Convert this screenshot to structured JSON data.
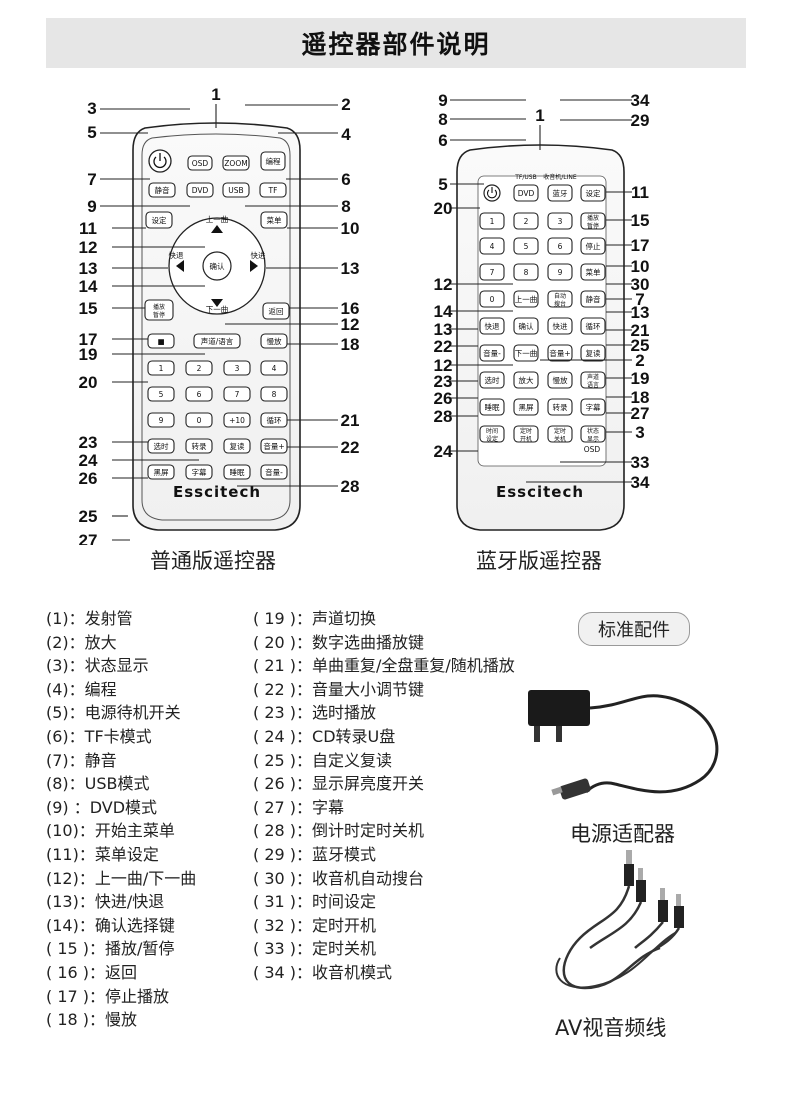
{
  "title": "遥控器部件说明",
  "remotes": {
    "standard": {
      "caption": "普通版遥控器",
      "brand": "Esscitech",
      "buttons": {
        "osd": "OSD",
        "zoom": "ZOOM",
        "program": "编程",
        "mute": "静音",
        "dvd": "DVD",
        "usb": "USB",
        "tf": "TF",
        "setup": "设定",
        "menu": "菜单",
        "prev": "上一曲",
        "ok": "确认",
        "rew": "快退",
        "ff": "快进",
        "play": "播放暂停",
        "return": "返回",
        "next": "下一曲",
        "stop": "■",
        "audio": "声道/语言",
        "slow": "慢放",
        "n1": "1",
        "n2": "2",
        "n3": "3",
        "n4": "4",
        "n5": "5",
        "n6": "6",
        "n7": "7",
        "n8": "8",
        "n9": "9",
        "n0": "0",
        "n10": "+10",
        "repeat": "循环",
        "select_time": "选时",
        "record": "转录",
        "reread": "复读",
        "vol_up": "音量+",
        "screen": "黑屏",
        "subtitle": "字幕",
        "sleep": "睡眠",
        "vol_down": "音量-"
      },
      "callouts": [
        "1",
        "2",
        "3",
        "4",
        "5",
        "6",
        "7",
        "8",
        "9",
        "10",
        "11",
        "12",
        "13",
        "13",
        "14",
        "15",
        "16",
        "17",
        "18",
        "19",
        "20",
        "21",
        "22",
        "23",
        "24",
        "25",
        "26",
        "27",
        "28",
        "12"
      ]
    },
    "bluetooth": {
      "caption": "蓝牙版遥控器",
      "brand": "Esscitech",
      "top_labels": {
        "tf_usb": "TF/USB",
        "radio_line": "收音机/LINE"
      },
      "bottom_label": "OSD",
      "buttons": {
        "dvd": "DVD",
        "bt": "蓝牙",
        "setup": "设定",
        "n1": "1",
        "n2": "2",
        "n3": "3",
        "play": "播放暂停",
        "n4": "4",
        "n5": "5",
        "n6": "6",
        "stop": "停止",
        "n7": "7",
        "n8": "8",
        "n9": "9",
        "menu": "菜单",
        "n0": "0",
        "prev": "上一曲",
        "auto_scan": "自动搜台",
        "mute": "静音",
        "rew": "快退",
        "ok": "确认",
        "ff": "快进",
        "repeat": "循环",
        "vol_down": "音量-",
        "next": "下一曲",
        "vol_up": "音量+",
        "reread": "复读",
        "select_time": "选时",
        "zoom": "放大",
        "slow": "慢放",
        "audio": "声道语言",
        "sleep": "睡眠",
        "screen": "黑屏",
        "record": "转录",
        "subtitle": "字幕",
        "time_set": "时间设定",
        "timer_on": "定时开机",
        "timer_off": "定时关机",
        "status": "状态显示"
      }
    }
  },
  "legend_left": [
    "(1)：发射管",
    "(2)：放大",
    "(3)：状态显示",
    "(4)：编程",
    "(5)：电源待机开关",
    "(6)：TF卡模式",
    "(7)：静音",
    "(8)：USB模式",
    "(9) ：DVD模式",
    "(10)：开始主菜单",
    "(11)：菜单设定",
    "(12)：上一曲/下一曲",
    "(13)：快进/快退",
    "(14)：确认选择键",
    "( 15 )：播放/暂停",
    "( 16 )：返回",
    "( 17 )：停止播放",
    "( 18 )：慢放"
  ],
  "legend_right": [
    "( 19 )：声道切换",
    "( 20 )：数字选曲播放键",
    "( 21 )：单曲重复/全盘重复/随机播放",
    "( 22 )：音量大小调节键",
    "( 23 )：选时播放",
    "( 24 )：CD转录U盘",
    "( 25 )：自定义复读",
    "( 26 )：显示屏亮度开关",
    "( 27 )：字幕",
    "( 28 )：倒计时定时关机",
    "( 29 )：蓝牙模式",
    "( 30 )：收音机自动搜台",
    "( 31 )：时间设定",
    "( 32 )：定时开机",
    "( 33 )：定时关机",
    "( 34 )：收音机模式"
  ],
  "accessories": {
    "title": "标准配件",
    "adapter": "电源适配器",
    "av_cable": "AV视音频线"
  }
}
